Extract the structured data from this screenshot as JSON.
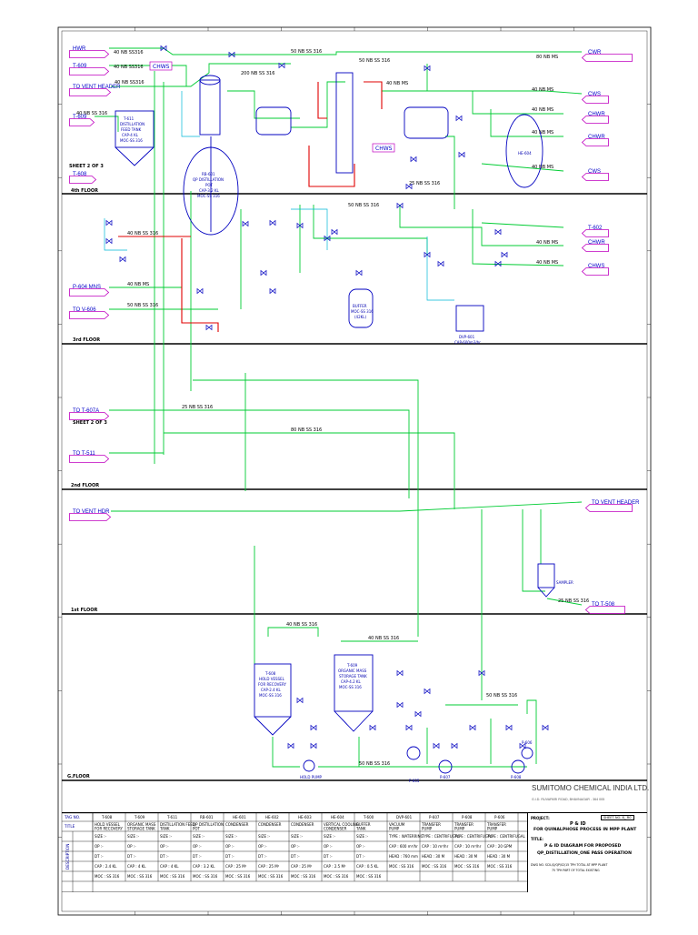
{
  "floors": {
    "f4": "4th FLOOR",
    "f3": "3rd FLOOR",
    "f2": "2nd FLOOR",
    "f1": "1st FLOOR",
    "gnd": "G.FLOOR",
    "ref_sheet": "SHEET 2 OF 3"
  },
  "connectors_left": [
    {
      "label": "HWR"
    },
    {
      "label": "T-609"
    },
    {
      "label": "TO VENT HEADER"
    },
    {
      "label": "T-609"
    },
    {
      "label": "T-608"
    },
    {
      "label": "P-604 MNS"
    },
    {
      "label": "TO V-606"
    },
    {
      "label": "TO T-607A"
    },
    {
      "label": "TO T-511"
    },
    {
      "label": "TO VENT HDR"
    }
  ],
  "connectors_right": [
    {
      "label": "CWR"
    },
    {
      "label": "CWS"
    },
    {
      "label": "CHWR"
    },
    {
      "label": "CHWR"
    },
    {
      "label": "CWS"
    },
    {
      "label": "T-602"
    },
    {
      "label": "CHWR"
    },
    {
      "label": "CHWS"
    },
    {
      "label": "TO VENT HEADER"
    },
    {
      "label": "TO T-508"
    }
  ],
  "inline_tags": {
    "chws_top": "CHWS",
    "chws_mid": "CHWS"
  },
  "pipe_labels": {
    "p1": "40 NB SS316",
    "p2": "40 NB SS316",
    "p3": "40 NB SS316",
    "p4": "50 NB SS 316",
    "p5": "200 NB SS 316",
    "p6": "40 NB MS",
    "p7": "50 NB SS 316",
    "p8": "80 NB MS",
    "p9": "40 NB MS",
    "p10": "40 NB MS",
    "p11": "40 NB MS",
    "p12": "40 NB MS",
    "p13": "40 NB SS 316",
    "p14": "40 NB SS 316",
    "p15": "40 NB MS",
    "p16": "50 NB SS 316",
    "p17": "40 NB MS",
    "p18": "40 NB MS",
    "p19": "25 NB SS 316",
    "p20": "80 NB SS 316",
    "p21": "40 NB SS 316",
    "p22": "40 NB SS 316",
    "p23": "50 NB SS 316",
    "p24": "50 NB SS 316",
    "p25": "25 NB SS 316",
    "p26": "50 NB SS 316",
    "p27": "25 NB SS 316"
  },
  "equipment": {
    "t611": [
      "T-611",
      "DISTILLATION",
      "FEED TANK",
      "CAP-4 KL",
      "MOC-SS 316"
    ],
    "rb601": [
      "RB-601",
      "QP DISTILLATION",
      "POT",
      "CAP-3.2 KL",
      "MOC-SS 316"
    ],
    "buffer": [
      "BUFFER",
      "MOC-SS 316",
      "(42KL)"
    ],
    "dvp": [
      "DVP-601",
      "CAP-600m3/hr"
    ],
    "t608": [
      "T-608",
      "HOLD VESSEL",
      "FOR RECOVERY",
      "CAP-2.4 KL",
      "MOC-SS 316"
    ],
    "t609": [
      "T-609",
      "ORGANIC MASS",
      "STORAGE TANK",
      "CAP-4.2 KL",
      "MOC-SS 316"
    ],
    "sampler": "SAMPLER",
    "hold_pump": "HOLD PUMP",
    "p605": "P-605",
    "p606": "P-606",
    "p607": "P-607",
    "p608": "P-608",
    "he604": "HE-604"
  },
  "company": {
    "name": "SUMITOMO CHEMICAL INDIA LTD.",
    "address": "G.I.D. RUVAPARI ROAD, BHAVNAGAR - 364 005"
  },
  "title_block": {
    "project_label": "PROJECT:",
    "project_title": "P & ID",
    "project_line": "FOR QUINALPHOSE PROCESS IN MPP PLANT",
    "sheet_no": "SHEET NO. 8_ R0",
    "title_label": "TITLE:",
    "title_line1": "P & ID DIAGRAM FOR PROPOSED",
    "title_line2": "QP_DISTILLATION_ONE PASS OPERATION",
    "drawing_note": "DWG NO. SCIL/Q/QP/02/15  TPH TOTAL AT MPP PLANT",
    "sub_note": "75 TPH PART OF TOTAL EXISTING",
    "desc_label": "DESCRIPTION",
    "row_headers": [
      "TAG NO.",
      "TITLE"
    ],
    "spec_rows": [
      "SIZE :-",
      "OP :-",
      "DT :-",
      "CAP :-",
      "MOC :-"
    ],
    "tags": [
      "T-608",
      "T-609",
      "T-611",
      "RB-601",
      "HE-601",
      "HE-602",
      "HE-603",
      "HE-604",
      "T-600",
      "DVP-601",
      "P-607",
      "P-608",
      "P-606"
    ],
    "titles": [
      "HOLD VESSEL FOR RECOVERY",
      "ORGANIC MASS STORAGE TANK",
      "DISTILLATION FEED TANK",
      "QP DISTILLATION POT",
      "CONDENSER",
      "CONDENSER",
      "CONDENSER",
      "VERTICAL COOLING CONDENSER",
      "BUFFER TANK",
      "VACUUM PUMP",
      "TRANSFER PUMP",
      "TRANSFER PUMP",
      "TRANSFER PUMP"
    ],
    "caps": [
      "CAP : 2.4 KL",
      "CAP : 4 KL",
      "CAP : 4 KL",
      "CAP : 3.2 KL",
      "CAP : 25 M²",
      "CAP : 25 M²",
      "CAP : 25 M²",
      "CAP : 2.5 M²",
      "CAP : 0.5 KL"
    ],
    "mocs": [
      "MOC : SS 316",
      "MOC : SS 316",
      "MOC : SS 316",
      "MOC : SS 316",
      "MOC : SS 316",
      "MOC : SS 316",
      "MOC : SS 316",
      "MOC : SS 316",
      "MOC : SS 316"
    ],
    "pump_types": [
      "TYPE : WATERRING",
      "TYPE : CENTRIFUGAL",
      "TYPE : CENTRIFUGAL",
      "TYPE : CENTRIFUGAL"
    ],
    "pump_caps": [
      "CAP : 600 m³/hr",
      "CAP : 10 m³/hr",
      "CAP : 10 m³/hr",
      "CAP : 20 GPM"
    ],
    "pump_heads": [
      "HEAD : 760 mm",
      "HEAD : 30 M",
      "HEAD : 30 M",
      "HEAD : 30 M"
    ],
    "pump_mocs": [
      "MOC : SS 316",
      "MOC : SS 316",
      "MOC : SS 316",
      "MOC : SS 316"
    ]
  },
  "colors": {
    "process_line": "#00cc33",
    "steam_line": "#e00000",
    "utility_line": "#00b8d8",
    "equipment": "#0000c0",
    "tag_border": "#c000c0",
    "floor_line": "#000000"
  }
}
